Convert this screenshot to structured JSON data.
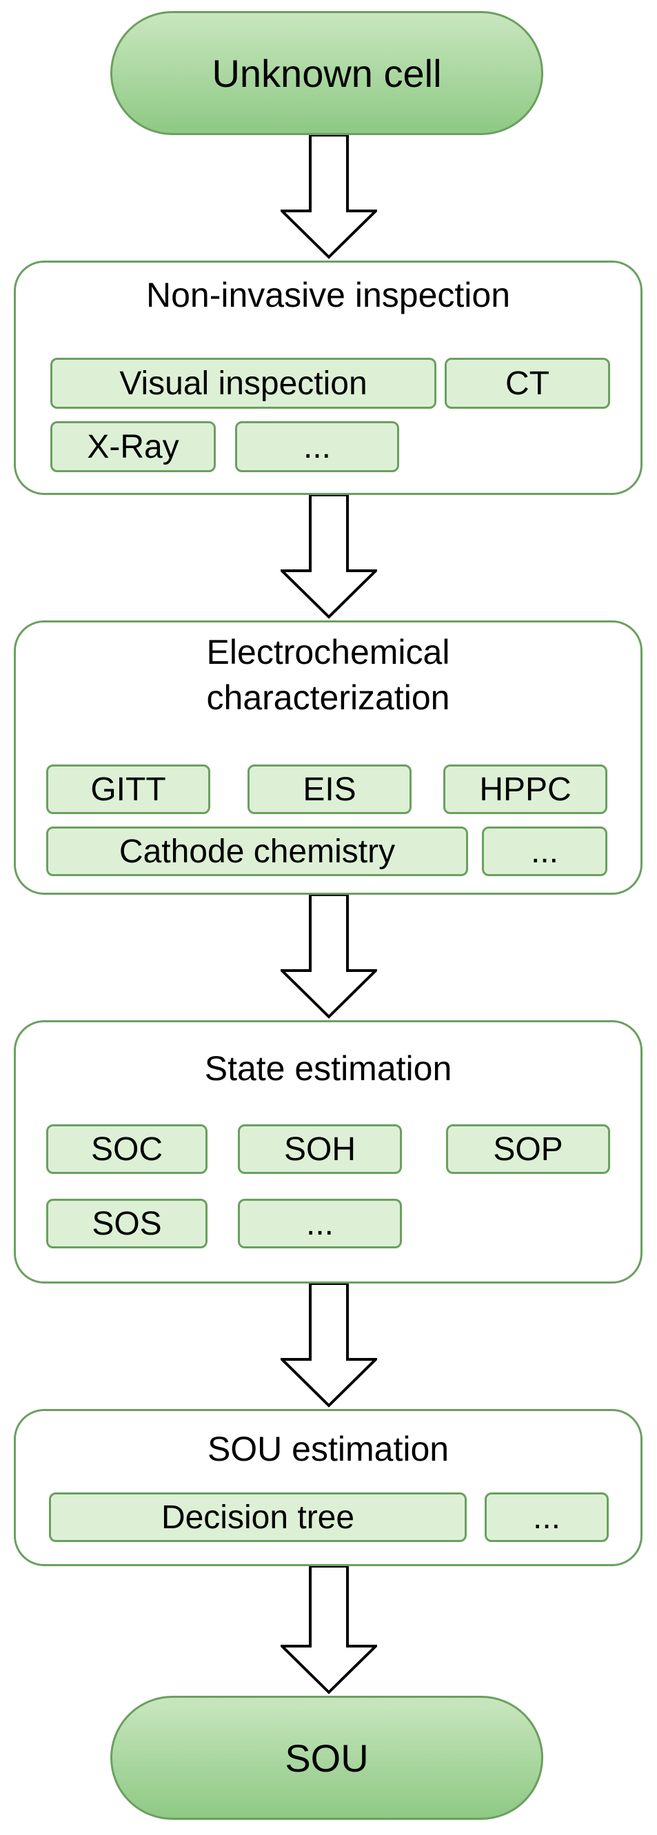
{
  "flow": {
    "start": "Unknown cell",
    "end": "SOU",
    "stages": [
      {
        "title_lines": [
          "Non-invasive inspection"
        ],
        "methods": [
          "Visual inspection",
          "CT",
          "X-Ray",
          "..."
        ]
      },
      {
        "title_lines": [
          "Electrochemical",
          "characterization"
        ],
        "methods": [
          "GITT",
          "EIS",
          "HPPC",
          "Cathode chemistry",
          "..."
        ]
      },
      {
        "title_lines": [
          "State estimation"
        ],
        "methods": [
          "SOC",
          "SOH",
          "SOP",
          "SOS",
          "..."
        ]
      },
      {
        "title_lines": [
          "SOU estimation"
        ],
        "methods": [
          "Decision tree",
          "..."
        ]
      }
    ]
  },
  "colors": {
    "border": "#6aa05f",
    "chip_fill": "#ddf0d6",
    "terminal_top": "#c9e6bf",
    "terminal_bottom": "#8ec984"
  }
}
